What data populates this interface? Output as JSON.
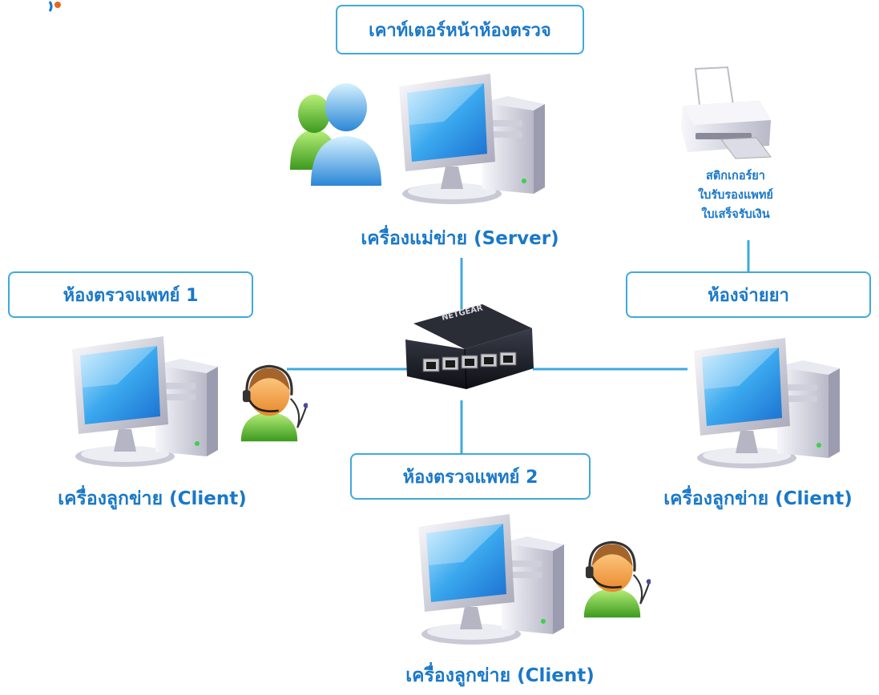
{
  "title": "เคาท์เตอร์หน้าห้องตรวจ",
  "server": {
    "caption": "เครื่องแม่ข่าย (Server)"
  },
  "printer": {
    "labels": [
      "สติกเกอร์ยา",
      "ใบรับรองแพทย์",
      "ใบเสร็จรับเงิน"
    ]
  },
  "room1": {
    "title": "ห้องตรวจแพทย์ 1",
    "caption": "เครื่องลูกข่าย (Client)"
  },
  "room2": {
    "title": "ห้องตรวจแพทย์ 2",
    "caption": "เครื่องลูกข่าย (Client)"
  },
  "pharmacy": {
    "title": "ห้องจ่ายยา",
    "caption": "เครื่องลูกข่าย (Client)"
  },
  "switch": {
    "brand": "NETGEAR"
  },
  "colors": {
    "text": "#1a78c8",
    "line": "#3fa9dc",
    "box_border": "#3fa9dc"
  }
}
